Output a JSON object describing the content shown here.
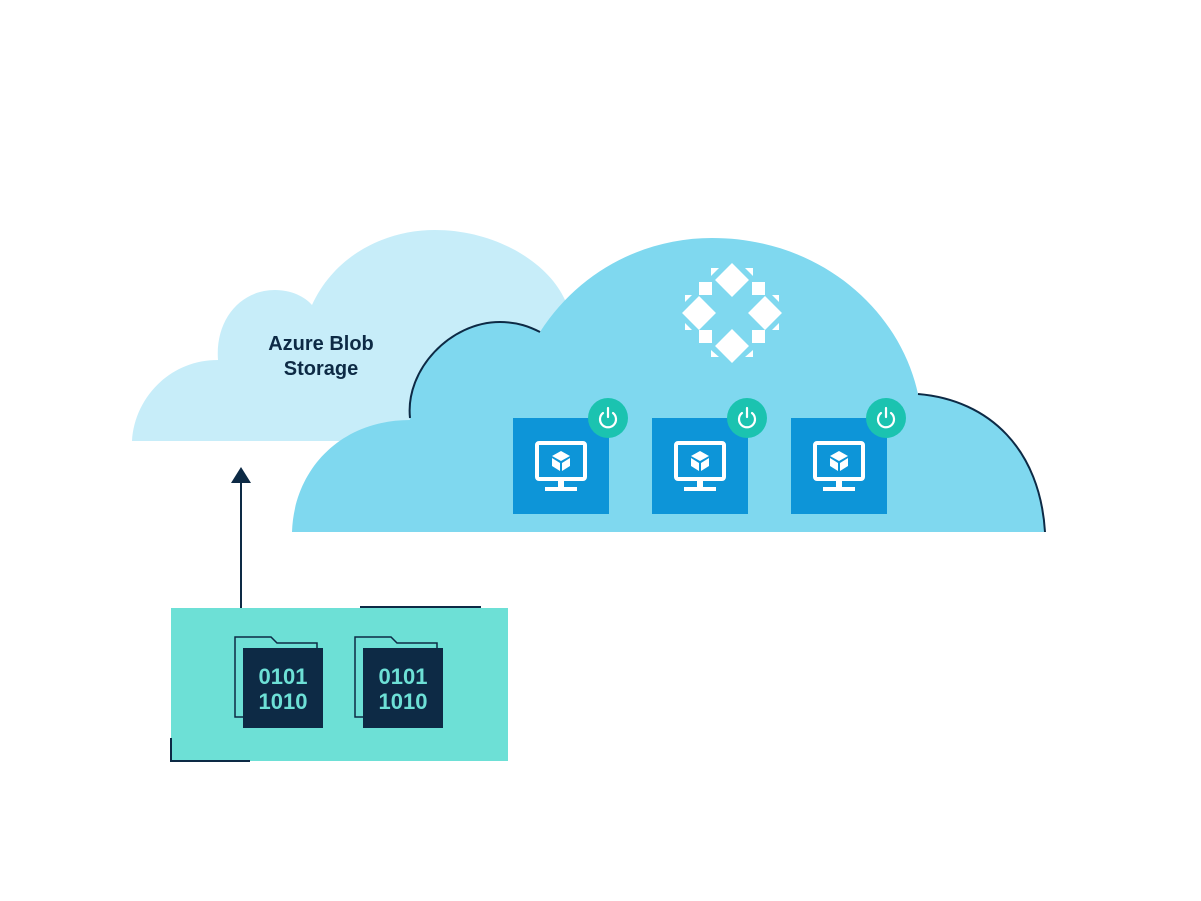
{
  "blob_cloud": {
    "label_line1": "Azure Blob",
    "label_line2": "Storage"
  },
  "compute_cloud": {
    "logo_icon": "diamond-ring-logo-icon",
    "vms": [
      {
        "icon": "monitor-cube-icon",
        "status_icon": "power-icon"
      },
      {
        "icon": "monitor-cube-icon",
        "status_icon": "power-icon"
      },
      {
        "icon": "monitor-cube-icon",
        "status_icon": "power-icon"
      }
    ]
  },
  "files": [
    {
      "icon": "binary-file-icon",
      "line1": "0101",
      "line2": "1010"
    },
    {
      "icon": "binary-file-icon",
      "line1": "0101",
      "line2": "1010"
    }
  ],
  "upload_arrow": {
    "icon": "arrow-up-icon"
  },
  "colors": {
    "blob_cloud": "#c7edf9",
    "compute_cloud": "#7fd8ef",
    "vm_tile": "#0d95d8",
    "power_badge": "#1bc3b0",
    "file_panel": "#6de0d6",
    "file_dark": "#0d2a45",
    "outline": "#0d2a45"
  }
}
